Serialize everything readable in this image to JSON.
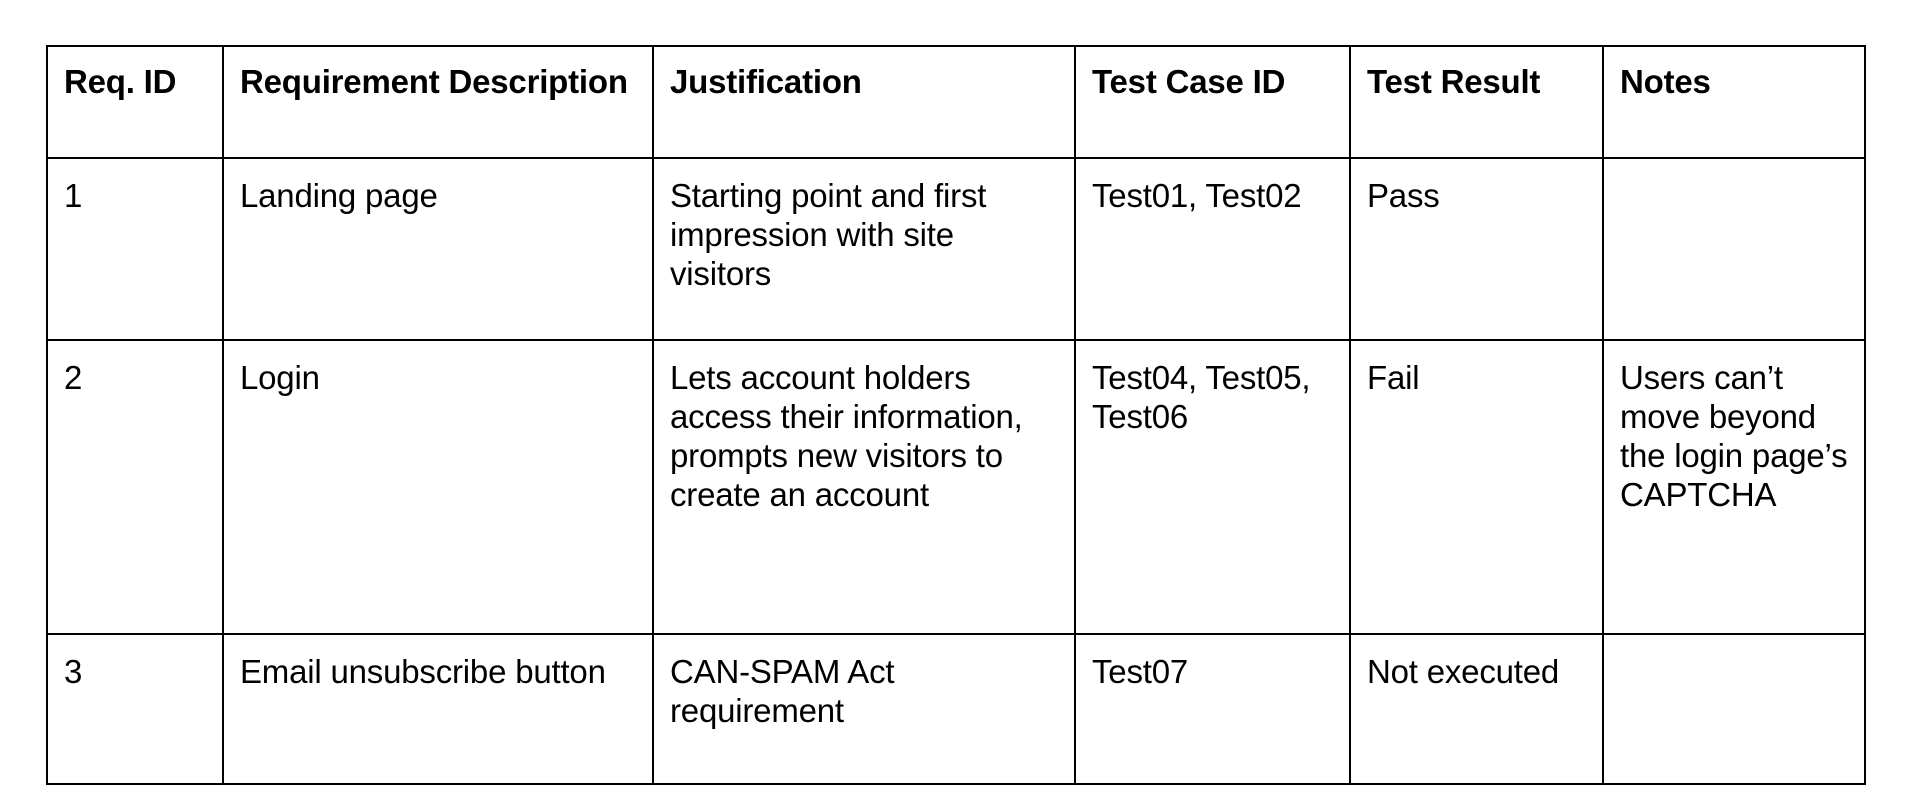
{
  "document": {
    "type": "requirements-traceability-matrix"
  },
  "table": {
    "columns": [
      {
        "key": "req_id",
        "label": "Req. ID"
      },
      {
        "key": "description",
        "label": "Requirement Description"
      },
      {
        "key": "justification",
        "label": "Justification"
      },
      {
        "key": "test_case_id",
        "label": "Test Case ID"
      },
      {
        "key": "test_result",
        "label": "Test Result"
      },
      {
        "key": "notes",
        "label": "Notes"
      }
    ],
    "rows": [
      {
        "req_id": "1",
        "description": "Landing page",
        "justification": "Starting point and first impression with site visitors",
        "test_case_id": "Test01, Test02",
        "test_result": "Pass",
        "notes": ""
      },
      {
        "req_id": "2",
        "description": "Login",
        "justification": "Lets account holders access their information, prompts new visitors to create an account",
        "test_case_id": "Test04, Test05, Test06",
        "test_result": "Fail",
        "notes": "Users can’t move beyond the login page’s CAPTCHA"
      },
      {
        "req_id": "3",
        "description": "Email unsubscribe button",
        "justification": "CAN-SPAM Act requirement",
        "test_case_id": "Test07",
        "test_result": "Not executed",
        "notes": ""
      }
    ]
  },
  "colors": {
    "border": "#000000",
    "text": "#000000",
    "background": "#ffffff"
  }
}
